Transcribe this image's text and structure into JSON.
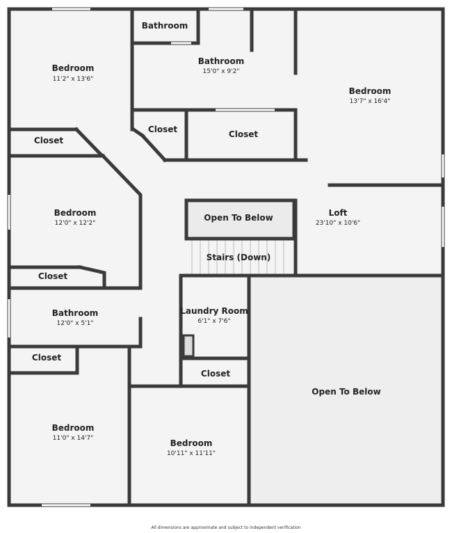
{
  "rooms": {
    "bedroom_nw": {
      "name": "Bedroom",
      "dims": "11'2\" x 13'6\""
    },
    "bathroom_small": {
      "name": "Bathroom"
    },
    "bathroom_master": {
      "name": "Bathroom",
      "dims": "15'0\" x 9'2\""
    },
    "bedroom_ne": {
      "name": "Bedroom",
      "dims": "13'7\" x 16'4\""
    },
    "closet_nw": {
      "name": "Closet"
    },
    "closet_mid1": {
      "name": "Closet"
    },
    "closet_mid2": {
      "name": "Closet"
    },
    "bedroom_w": {
      "name": "Bedroom",
      "dims": "12'0\" x 12'2\""
    },
    "open_below_top": {
      "name": "Open To Below"
    },
    "loft": {
      "name": "Loft",
      "dims": "23'10\" x 10'6\""
    },
    "stairs": {
      "name": "Stairs (Down)"
    },
    "closet_w": {
      "name": "Closet"
    },
    "bathroom_w": {
      "name": "Bathroom",
      "dims": "12'0\" x 5'1\""
    },
    "laundry": {
      "name": "Laundry Room",
      "dims": "6'1\" x 7'6\""
    },
    "closet_sw": {
      "name": "Closet"
    },
    "closet_s": {
      "name": "Closet"
    },
    "open_below_big": {
      "name": "Open To Below"
    },
    "bedroom_sw": {
      "name": "Bedroom",
      "dims": "11'0\" x 14'7\""
    },
    "bedroom_s": {
      "name": "Bedroom",
      "dims": "10'11\" x 11'11\""
    }
  },
  "footer": {
    "disclaimer": "All dimensions are approximate and subject to independent verification"
  },
  "colors": {
    "wall": "#3a3a3a",
    "floor": "#f4f4f4",
    "open_below": "#eeeeee",
    "window": "#ffffff"
  }
}
